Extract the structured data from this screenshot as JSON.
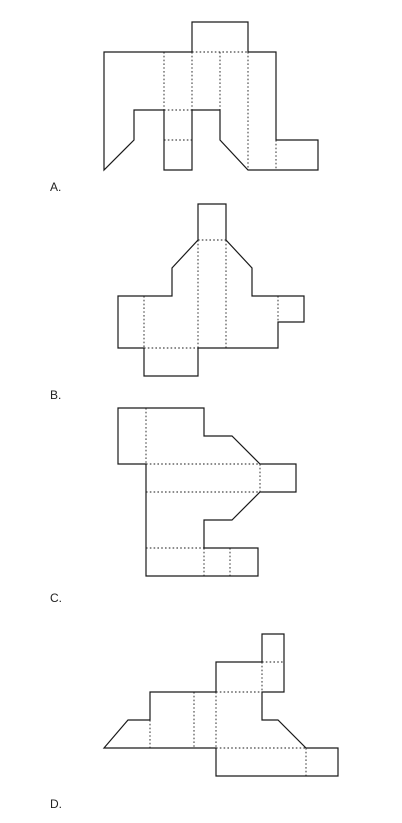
{
  "options": [
    {
      "letter": "A."
    },
    {
      "letter": "B."
    },
    {
      "letter": "C."
    },
    {
      "letter": "D."
    }
  ],
  "colors": {
    "line": "#1a1a1a",
    "background": "#ffffff"
  }
}
